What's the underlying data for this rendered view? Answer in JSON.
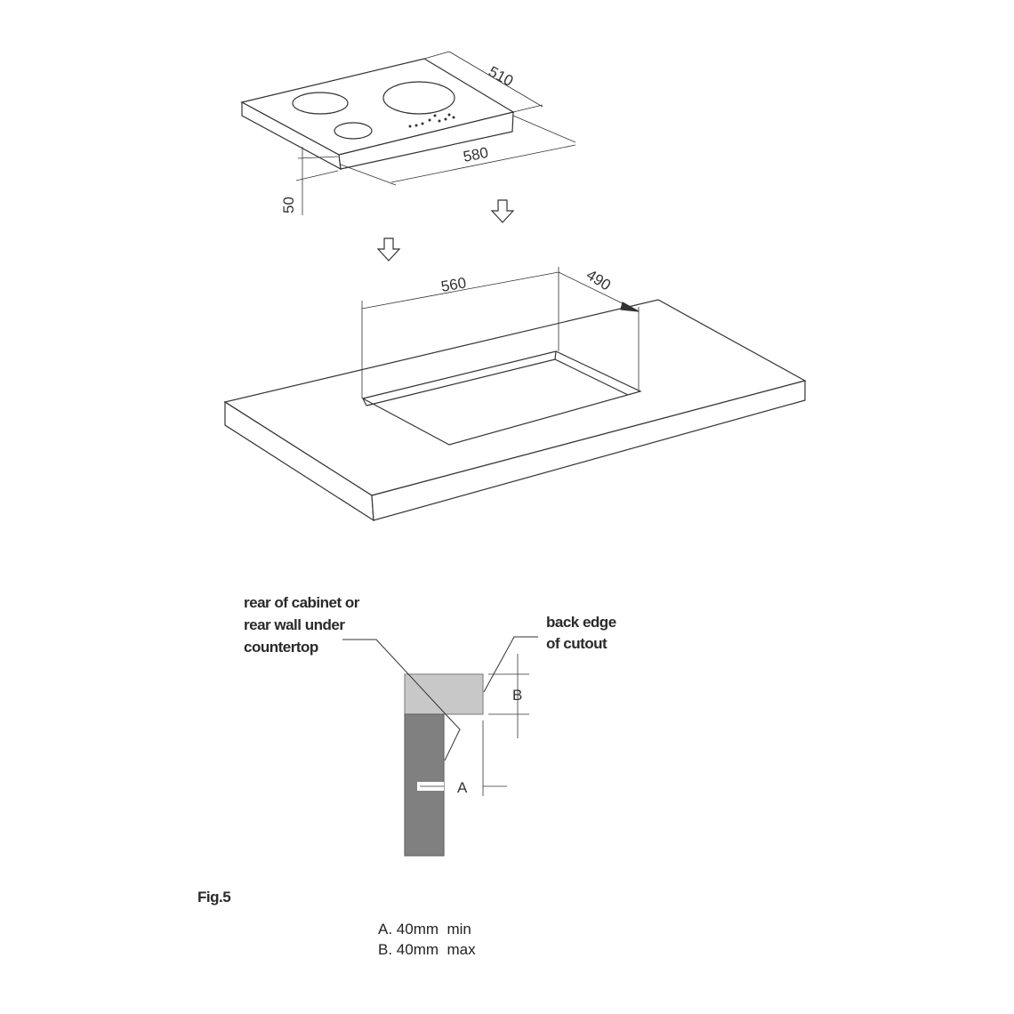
{
  "hob": {
    "width_label": "580",
    "depth_label": "510",
    "height_label": "50"
  },
  "cutout": {
    "width_label": "560",
    "depth_label": "490"
  },
  "detail": {
    "label_rear_lines": [
      "rear of cabinet or",
      "rear wall under",
      "countertop"
    ],
    "label_back_edge_lines": [
      "back edge",
      "of cutout"
    ],
    "dim_a": "A",
    "dim_b": "B"
  },
  "figure_label": "Fig.5",
  "notes": [
    "A. 40mm  min",
    "B. 40mm  max"
  ],
  "colors": {
    "light_block": "#c8c8c8",
    "dark_block": "#808080",
    "line": "#333333"
  }
}
